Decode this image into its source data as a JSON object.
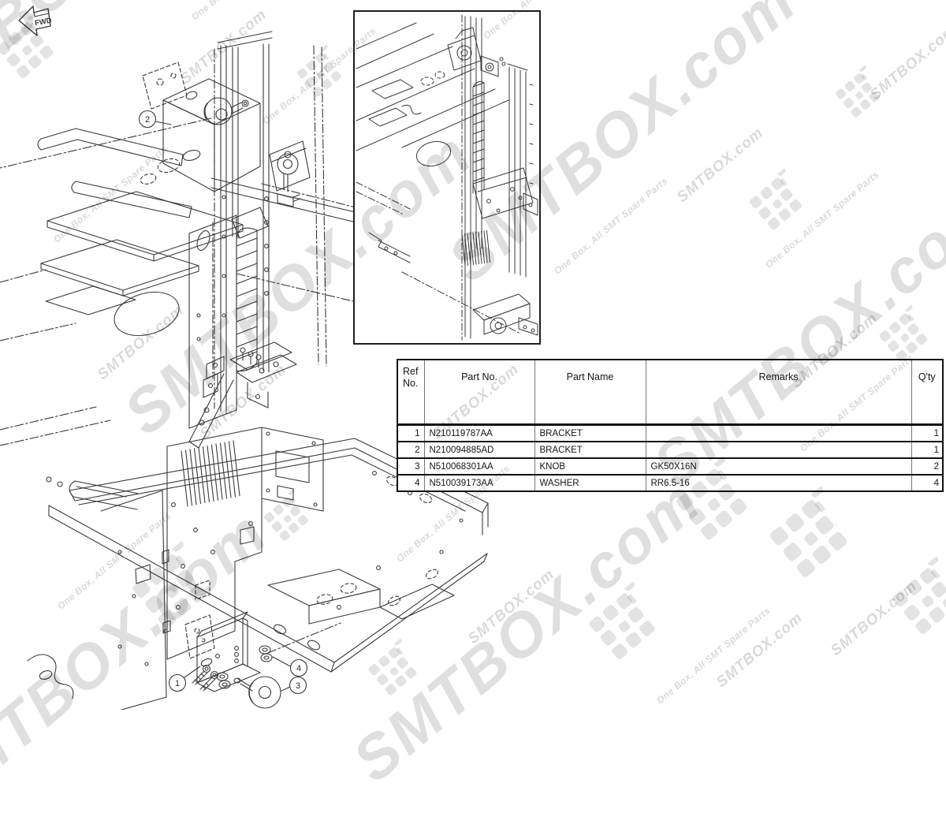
{
  "page": {
    "background": "#ffffff",
    "line_color": "#3a3a3a",
    "watermark_color": "#d9d9d9"
  },
  "fwd_indicator": {
    "label": "FWD"
  },
  "watermark": {
    "brand": "SMTBOX.com",
    "tagline": "One Box, All SMT Spare Parts"
  },
  "callouts": {
    "c1": "1",
    "c2": "2",
    "c3": "3",
    "c4": "4"
  },
  "parts_table": {
    "headers": {
      "ref_line1": "Ref",
      "ref_line2": "No.",
      "part_no": "Part No.",
      "part_name": "Part Name",
      "remarks": "Remarks",
      "qty": "Q'ty"
    },
    "rows": [
      {
        "ref": "1",
        "part_no": "N210119787AA",
        "part_name": "BRACKET",
        "remarks": "",
        "qty": "1"
      },
      {
        "ref": "2",
        "part_no": "N210094885AD",
        "part_name": "BRACKET",
        "remarks": "",
        "qty": "1"
      },
      {
        "ref": "3",
        "part_no": "N510068301AA",
        "part_name": "KNOB",
        "remarks": "GK50X16N",
        "qty": "2"
      },
      {
        "ref": "4",
        "part_no": "N510039173AA",
        "part_name": "WASHER",
        "remarks": "RR6.5-16",
        "qty": "4"
      }
    ]
  }
}
